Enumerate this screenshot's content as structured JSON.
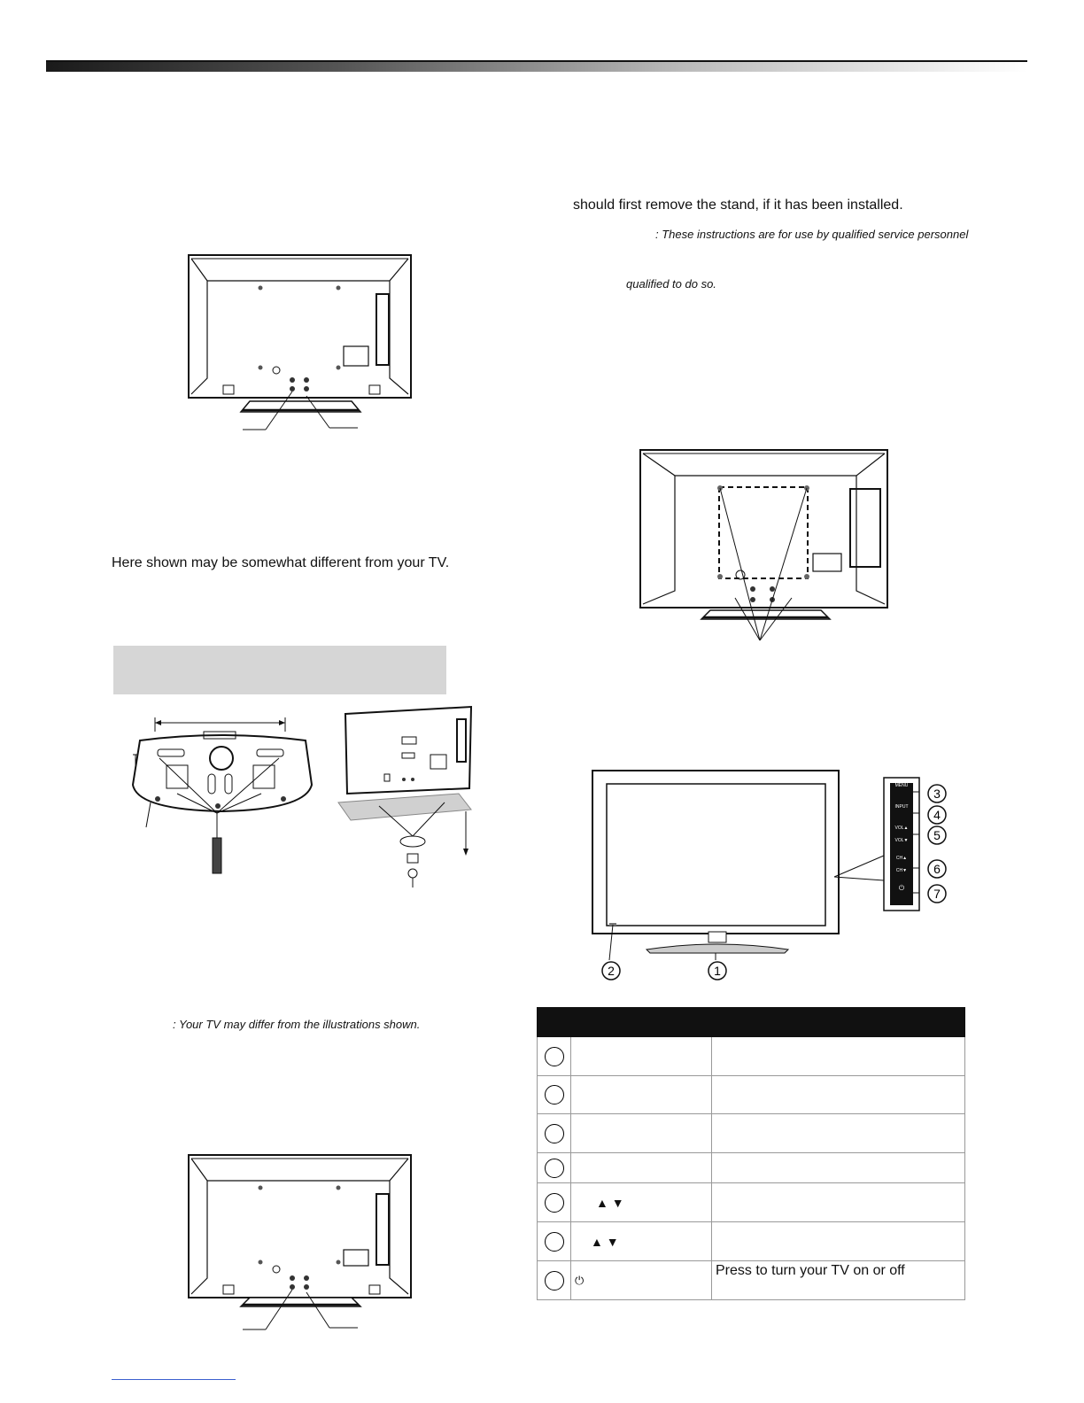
{
  "left_column": {
    "note_shown": "Here shown may be somewhat different from your TV.",
    "note_italic": ": Your TV may differ from the illustrations shown."
  },
  "right_column": {
    "line_remove_stand": "should first remove the stand, if it has been installed.",
    "caution_line1": ": These instructions are for use by qualified service personnel",
    "caution_line2": "qualified to do so."
  },
  "control_panel_labels": {
    "menu": "MENU",
    "input": "INPUT",
    "vol_up": "VOL▲",
    "vol_down": "VOL▼",
    "ch_up": "CH▲",
    "ch_down": "CH▼",
    "power": "⏻"
  },
  "callouts": [
    "1",
    "2",
    "3",
    "4",
    "5",
    "6",
    "7"
  ],
  "table": {
    "rows": [
      {
        "symbol": "",
        "description": ""
      },
      {
        "symbol": "",
        "description": ""
      },
      {
        "symbol": "",
        "description": ""
      },
      {
        "symbol": "",
        "description": ""
      },
      {
        "symbol": "▲      ▼",
        "description": ""
      },
      {
        "symbol": "▲   ▼",
        "description": ""
      },
      {
        "symbol": "⏻",
        "description": "Press to turn your TV on or off"
      }
    ]
  }
}
